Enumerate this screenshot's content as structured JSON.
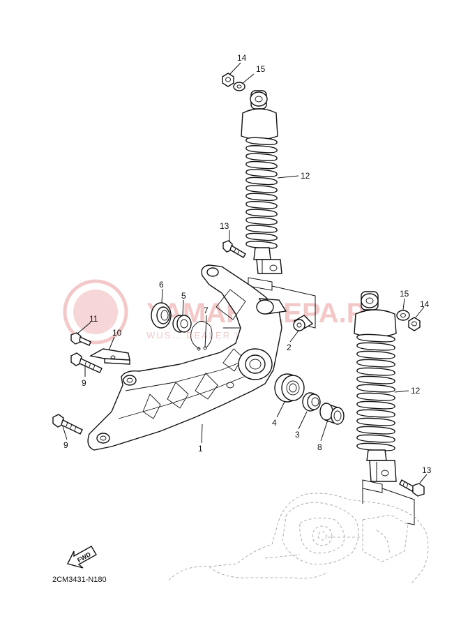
{
  "watermark": {
    "brand": "YAMAHALEPA.PL",
    "tagline": "WUS… DEALER YAMAHA",
    "color": "#f3c8c8"
  },
  "diagram_code": "2CM3431-N180",
  "fwd_label": "FWD",
  "callouts": [
    {
      "id": "c14a",
      "text": "14"
    },
    {
      "id": "c15a",
      "text": "15"
    },
    {
      "id": "c12a",
      "text": "12"
    },
    {
      "id": "c13a",
      "text": "13"
    },
    {
      "id": "c6",
      "text": "6"
    },
    {
      "id": "c5",
      "text": "5"
    },
    {
      "id": "c7",
      "text": "7"
    },
    {
      "id": "c11",
      "text": "11"
    },
    {
      "id": "c10",
      "text": "10"
    },
    {
      "id": "c9a",
      "text": "9"
    },
    {
      "id": "c9b",
      "text": "9"
    },
    {
      "id": "c2",
      "text": "2"
    },
    {
      "id": "c4",
      "text": "4"
    },
    {
      "id": "c3",
      "text": "3"
    },
    {
      "id": "c8",
      "text": "8"
    },
    {
      "id": "c1",
      "text": "1"
    },
    {
      "id": "c15b",
      "text": "15"
    },
    {
      "id": "c14b",
      "text": "14"
    },
    {
      "id": "c12b",
      "text": "12"
    },
    {
      "id": "c13b",
      "text": "13"
    }
  ]
}
